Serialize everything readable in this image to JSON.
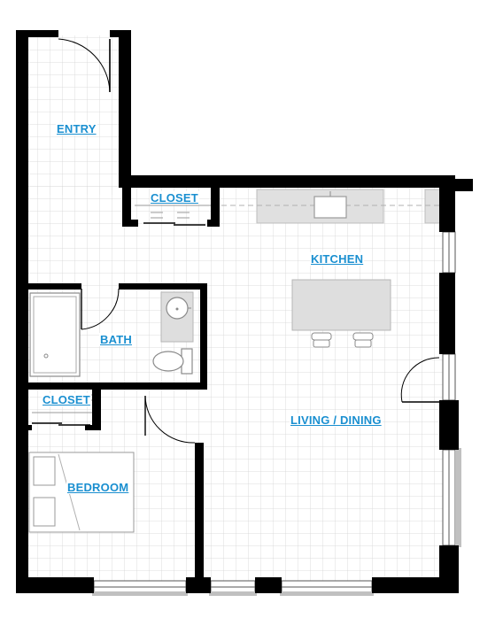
{
  "rooms": {
    "entry": "ENTRY",
    "closet_top": "CLOSET",
    "kitchen": "KITCHEN",
    "bath": "BATH",
    "closet_bedroom": "CLOSET",
    "living_dining": "LIVING / DINING",
    "bedroom": "BEDROOM"
  },
  "colors": {
    "wall": "#000000",
    "grid": "#d4d4d4",
    "fixture": "#9a9a9a",
    "counter": "#e0e0e0",
    "label": "#1a8fd0"
  }
}
